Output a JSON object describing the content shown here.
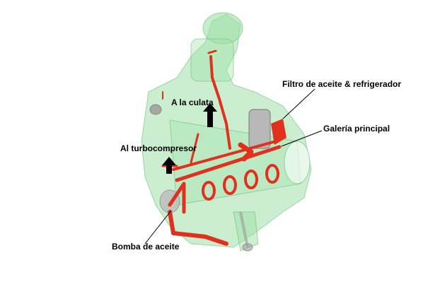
{
  "labels": {
    "oil_filter_cooler": "Filtro de aceite & refrigerador",
    "main_gallery": "Galería principal",
    "to_cylinder_head": "A la culata",
    "to_turbocharger": "Al turbocompresor",
    "oil_pump": "Bomba de aceite"
  },
  "colors": {
    "engine_block": "#8fd99a",
    "oil_circuit": "#e0301e",
    "arrow": "#000000"
  }
}
